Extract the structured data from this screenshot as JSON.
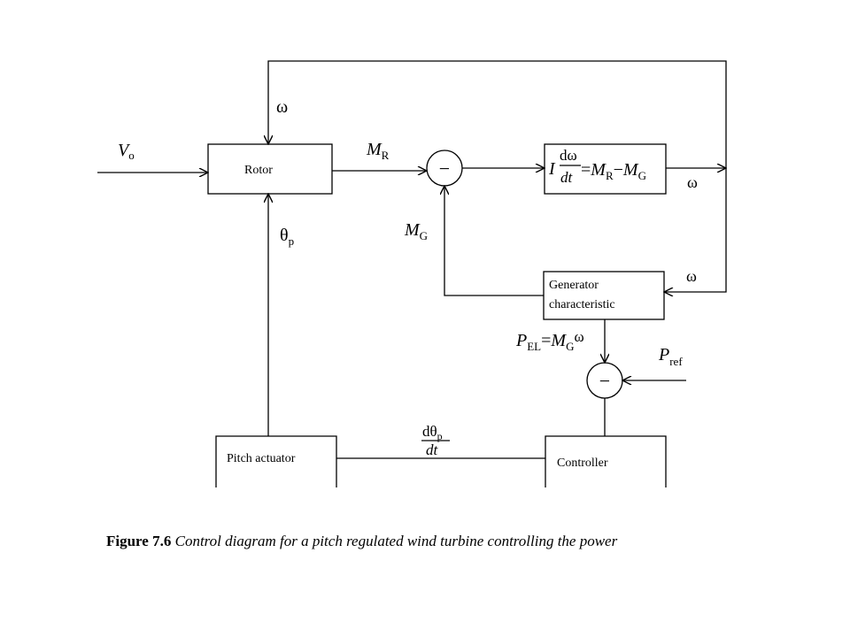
{
  "blocks": {
    "rotor": "Rotor",
    "generator_line1": "Generator",
    "generator_line2": "characteristic",
    "pitch_actuator": "Pitch actuator",
    "controller": "Controller"
  },
  "summing_sign": "−",
  "symbols": {
    "omega": "ω",
    "v": "V",
    "v_sub": "o",
    "m": "M",
    "r_sub": "R",
    "g_sub": "G",
    "theta": "θ",
    "p_sub": "p",
    "p": "P",
    "el_sub": "EL",
    "ref_sub": "ref",
    "d": "d",
    "dt": "dt",
    "i": "I",
    "equals": "=",
    "minus": "−"
  },
  "caption": {
    "label": "Figure 7.6",
    "text": "Control diagram for a pitch regulated wind turbine controlling the power"
  }
}
